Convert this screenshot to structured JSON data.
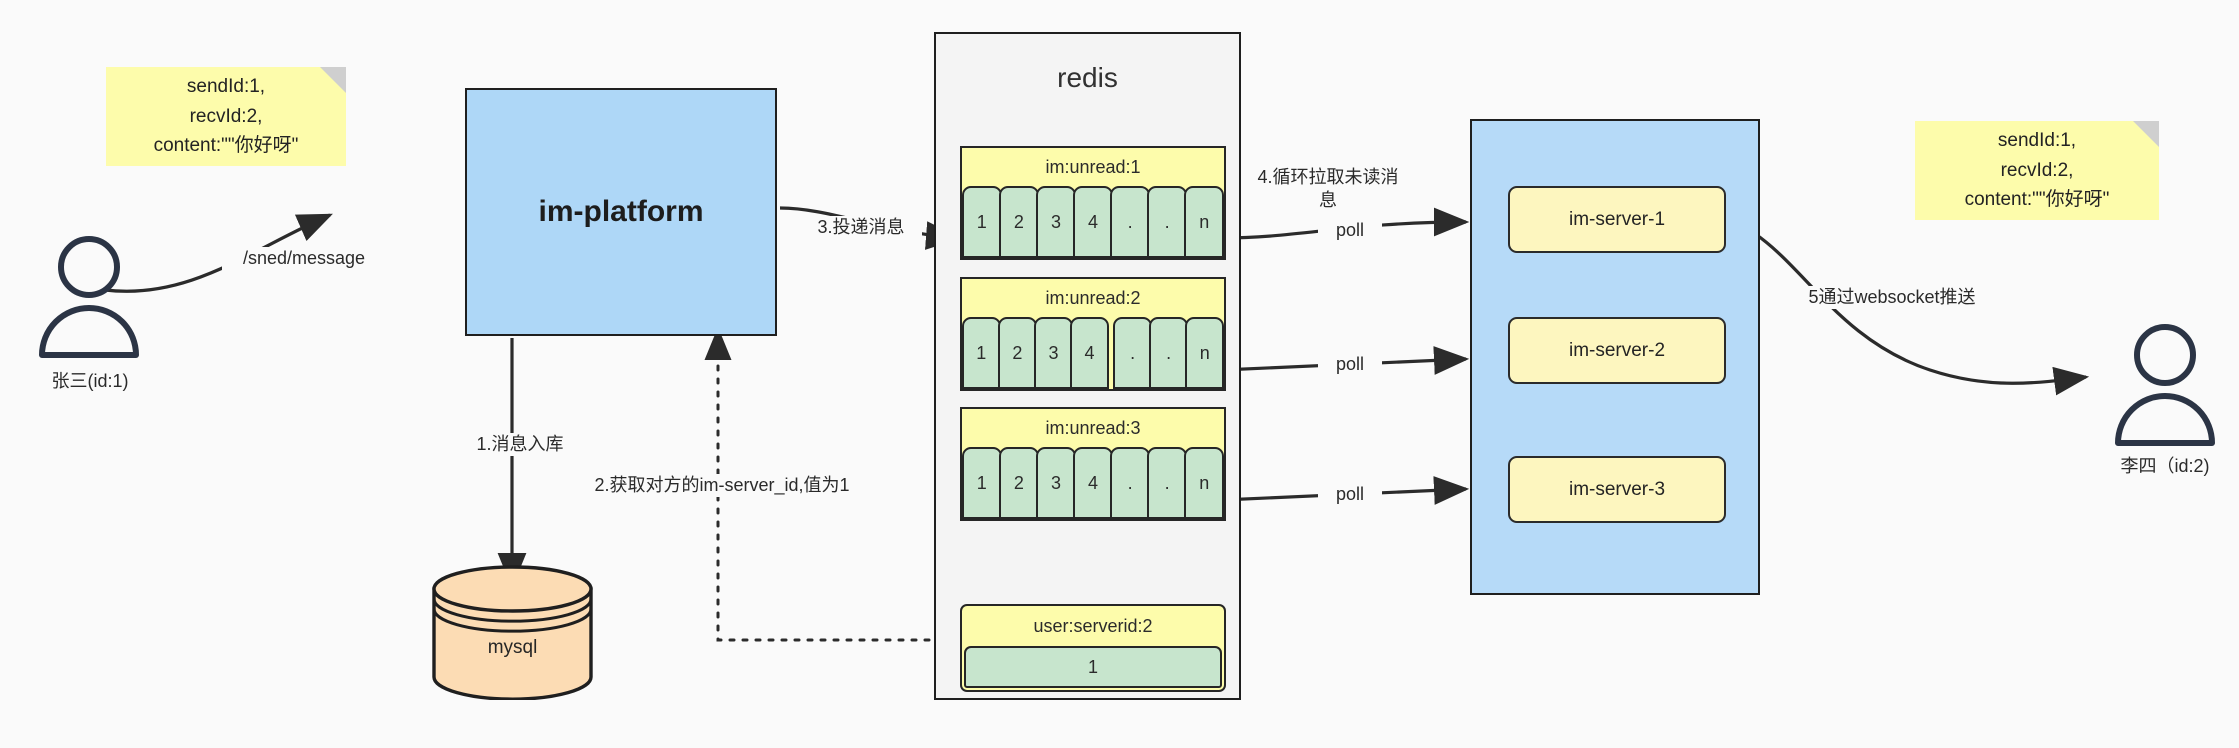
{
  "diagram": {
    "actors": {
      "sender": {
        "icon": "person-icon",
        "label": "张三(id:1)"
      },
      "receiver": {
        "icon": "person-icon",
        "label": "李四（id:2)"
      }
    },
    "notes": {
      "left": "sendId:1,\nrecvId:2,\ncontent:\"\"你好呀\"",
      "right": "sendId:1,\nrecvId:2,\ncontent:\"\"你好呀\""
    },
    "platform": {
      "label": "im-platform"
    },
    "database": {
      "label": "mysql"
    },
    "redis": {
      "title": "redis",
      "groups": [
        {
          "key": "im:unread:1",
          "cells": [
            "1",
            "2",
            "3",
            "4",
            ".",
            ".",
            "n"
          ]
        },
        {
          "key": "im:unread:2",
          "cells": [
            "1",
            "2",
            "3",
            "4",
            ".",
            ".",
            "n"
          ]
        },
        {
          "key": "im:unread:3",
          "cells": [
            "1",
            "2",
            "3",
            "4",
            ".",
            ".",
            "n"
          ]
        }
      ],
      "serverid_entry": {
        "key": "user:serverid:2",
        "value": "1"
      }
    },
    "im_servers": {
      "items": [
        {
          "label": "im-server-1"
        },
        {
          "label": "im-server-2"
        },
        {
          "label": "im-server-3"
        }
      ]
    },
    "edges": {
      "send_message": "/sned/message",
      "step1": "1.消息入库",
      "step2": "2.获取对方的im-server_id,值为1",
      "step3": "3.投递消息",
      "step4": "4.循环拉取未读消\n息",
      "poll_1": "poll",
      "poll_2": "poll",
      "poll_3": "poll",
      "step5": "5通过websocket推送"
    },
    "colors": {
      "note_yellow": "#fdfcab",
      "box_blue": "#aed7f7",
      "cell_green": "#c7e5cd",
      "db_orange": "#fcdcb4",
      "stroke": "#262626",
      "canvas": "#fafafa"
    }
  }
}
